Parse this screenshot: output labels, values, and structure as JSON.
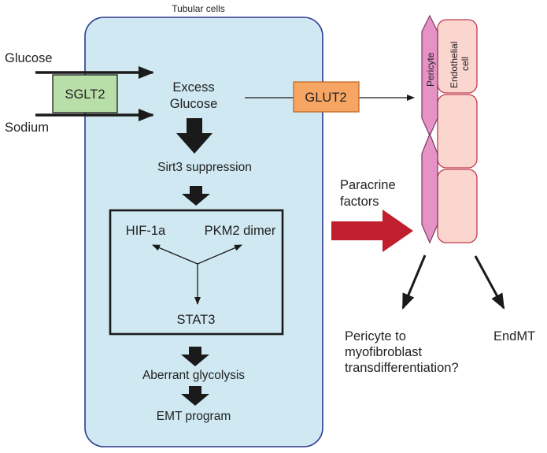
{
  "colors": {
    "cell_fill": "#cfe8f1",
    "cell_stroke": "#2b3b8f",
    "sglt2_fill": "#b8dfa8",
    "glut2_fill": "#f6a562",
    "pericyte_fill": "#e792c6",
    "endothelial_fill": "#fbd6cf",
    "endothelial_stroke": "#c0394f",
    "paracrine_arrow": "#c0202e",
    "arrow_dark": "#1a1a1a"
  },
  "tubular_cells_label": "Tubular cells",
  "inputs": {
    "glucose": "Glucose",
    "sodium": "Sodium",
    "transporter": "SGLT2"
  },
  "cell_steps": {
    "excess_glucose_line1": "Excess",
    "excess_glucose_line2": "Glucose",
    "sirt3": "Sirt3 suppression",
    "hif": "HIF-1a",
    "pkm2": "PKM2 dimer",
    "stat3": "STAT3",
    "glycolysis": "Aberrant glycolysis",
    "emt": "EMT program"
  },
  "glut2": "GLUT2",
  "paracrine": {
    "line1": "Paracrine",
    "line2": "factors"
  },
  "vessel": {
    "pericyte": "Pericyte",
    "endothelial_line1": "Endothelial",
    "endothelial_line2": "cell"
  },
  "outcomes": {
    "pericyte_line1": "Pericyte to",
    "pericyte_line2": "myofibroblast",
    "pericyte_line3": "transdifferentiation?",
    "endmt": "EndMT"
  }
}
